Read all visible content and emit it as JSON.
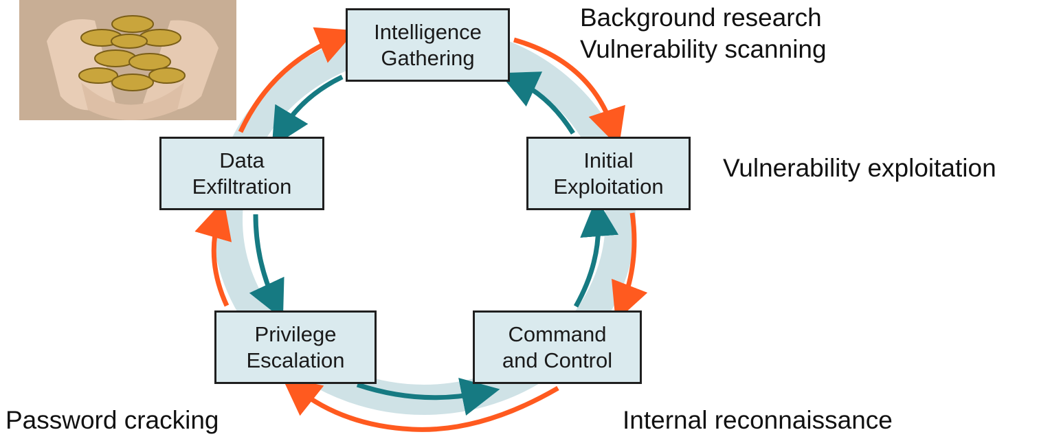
{
  "photo": {
    "description_icon": "coins-in-hands-icon"
  },
  "colors": {
    "outer_arrow": "#ff5a1f",
    "inner_arrow": "#167a82",
    "band": "#cfe2e6",
    "box_fill": "#daeaee"
  },
  "stages": [
    {
      "id": "intel",
      "line1": "Intelligence",
      "line2": "Gathering",
      "note_lines": [
        "Background research",
        "Vulnerability scanning"
      ]
    },
    {
      "id": "initial",
      "line1": "Initial",
      "line2": "Exploitation",
      "note_lines": [
        "Vulnerability exploitation"
      ]
    },
    {
      "id": "command",
      "line1": "Command",
      "line2": "and Control",
      "note_lines": [
        "Internal reconnaissance"
      ]
    },
    {
      "id": "priv",
      "line1": "Privilege",
      "line2": "Escalation",
      "note_lines": [
        "Password cracking"
      ]
    },
    {
      "id": "exfil",
      "line1": "Data",
      "line2": "Exfiltration",
      "note_lines": []
    }
  ]
}
